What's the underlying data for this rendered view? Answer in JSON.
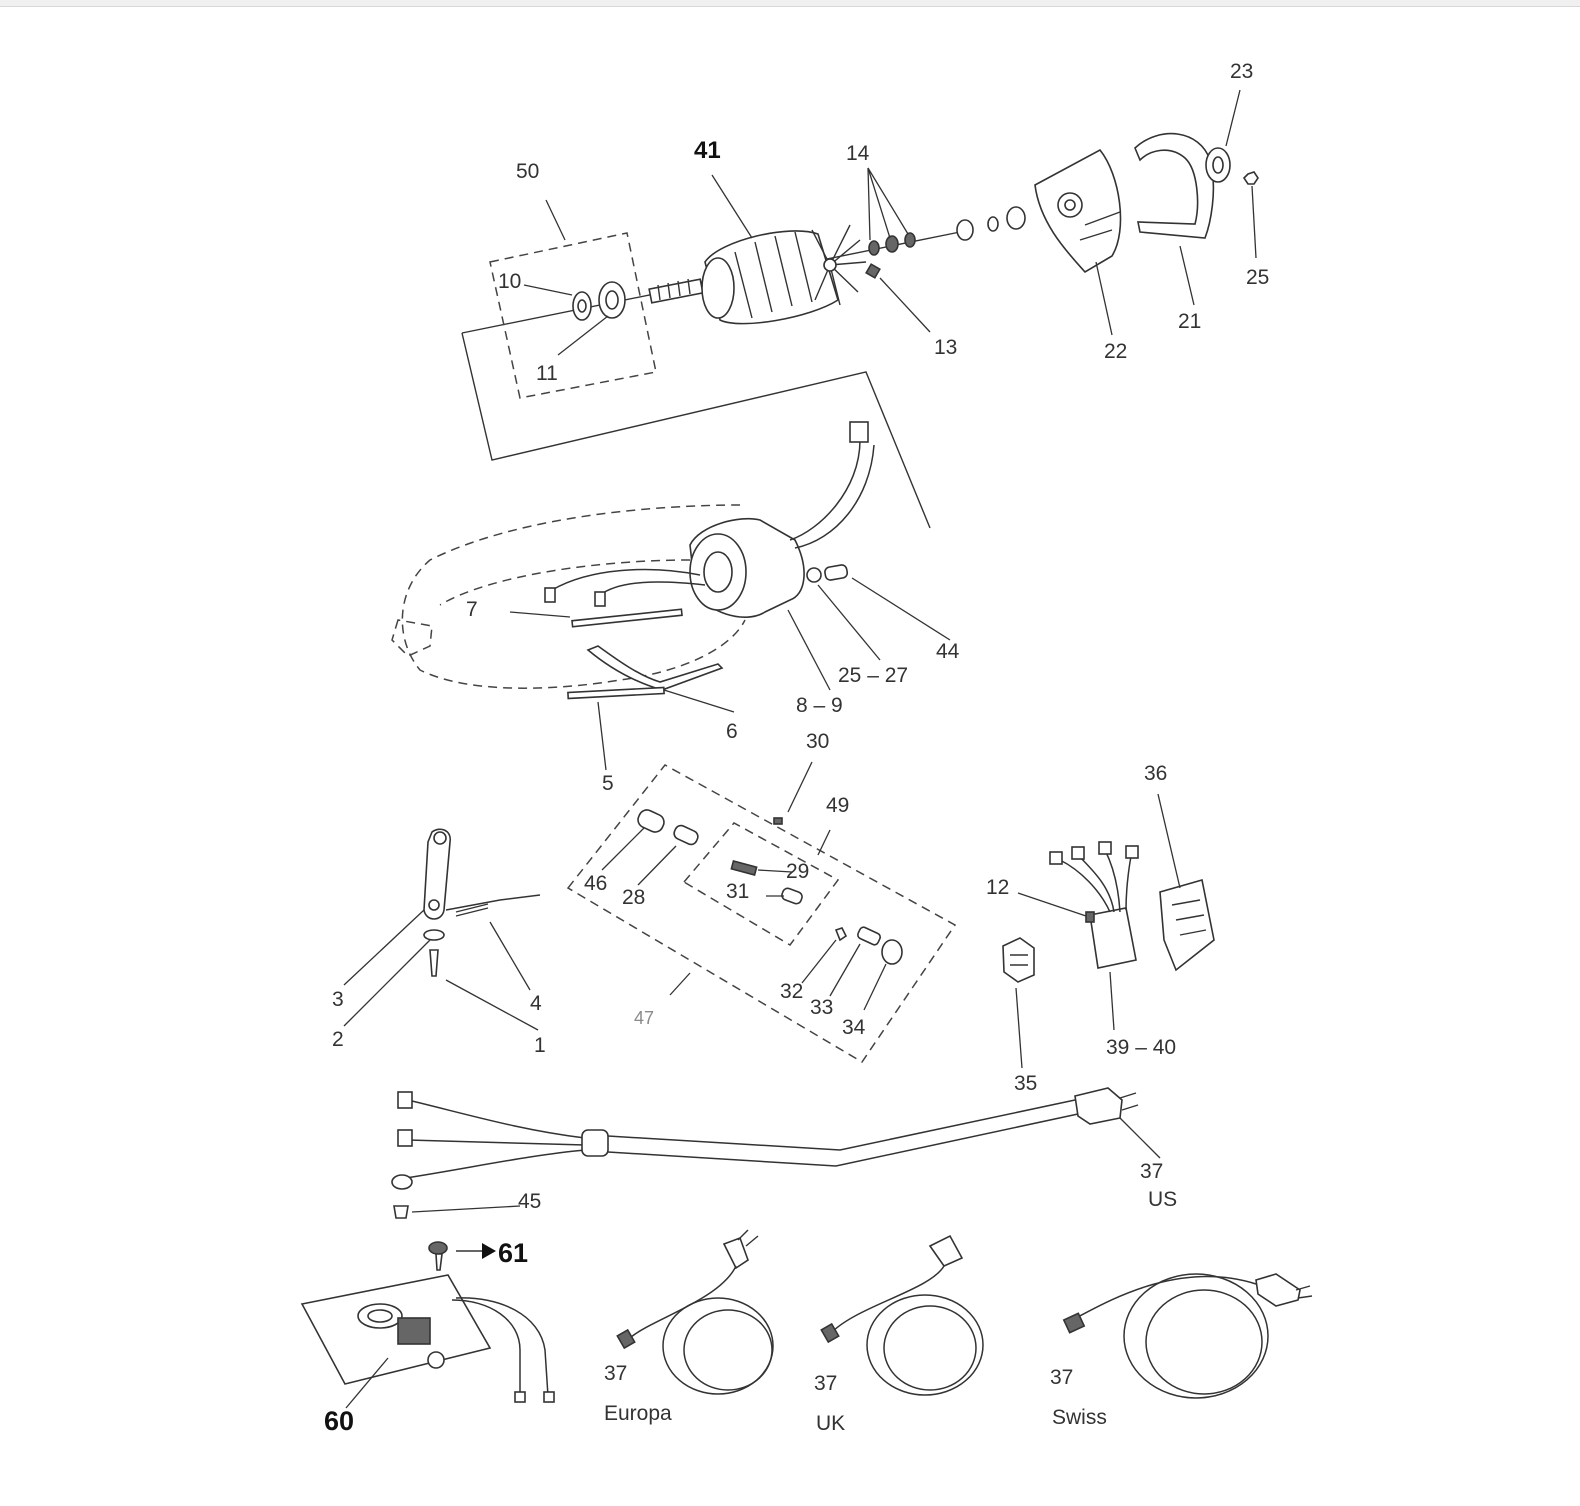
{
  "callouts": {
    "c1": "1",
    "c2": "2",
    "c3": "3",
    "c4": "4",
    "c5": "5",
    "c6": "6",
    "c7": "7",
    "c8_9": "8 – 9",
    "c10": "10",
    "c11": "11",
    "c12": "12",
    "c13": "13",
    "c14": "14",
    "c21": "21",
    "c22": "22",
    "c23": "23",
    "c25": "25",
    "c25_27": "25 – 27",
    "c28": "28",
    "c29": "29",
    "c30": "30",
    "c31": "31",
    "c32": "32",
    "c33": "33",
    "c34": "34",
    "c35": "35",
    "c36": "36",
    "c37_us": "37",
    "c37_europa": "37",
    "c37_uk": "37",
    "c37_swiss": "37",
    "c39_40": "39 – 40",
    "c41": "41",
    "c44": "44",
    "c45": "45",
    "c46": "46",
    "c47": "47",
    "c49": "49",
    "c50": "50",
    "c60": "60",
    "c61": "61"
  },
  "regions": {
    "us": "US",
    "europa": "Europa",
    "uk": "UK",
    "swiss": "Swiss"
  },
  "colors": {
    "ink": "#333333",
    "background": "#ffffff"
  }
}
